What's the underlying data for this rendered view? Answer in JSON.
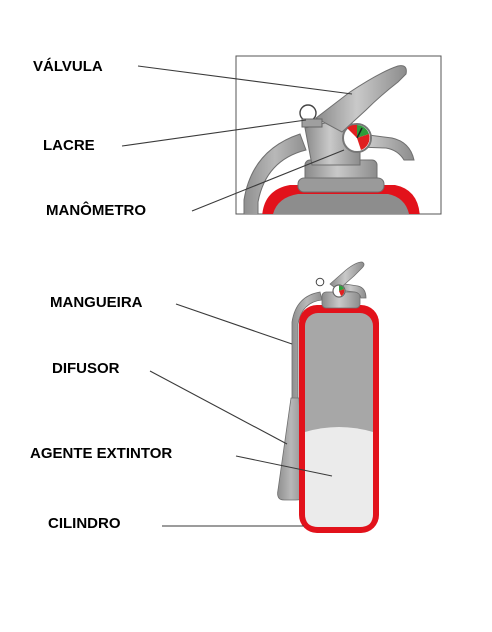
{
  "labels": {
    "valvula": "VÁLVULA",
    "lacre": "LACRE",
    "manometro": "MANÔMETRO",
    "mangueira": "MANGUEIRA",
    "difusor": "DIFUSOR",
    "agente_extintor": "AGENTE EXTINTOR",
    "cilindro": "CILINDRO"
  },
  "colors": {
    "cylinder_red": "#e2121b",
    "metal_gray": "#a7a7a7",
    "metal_dark": "#7d7d7d",
    "agent_fill": "#e9e9e9",
    "gauge_red": "#e02020",
    "gauge_green": "#2e9e3a"
  }
}
